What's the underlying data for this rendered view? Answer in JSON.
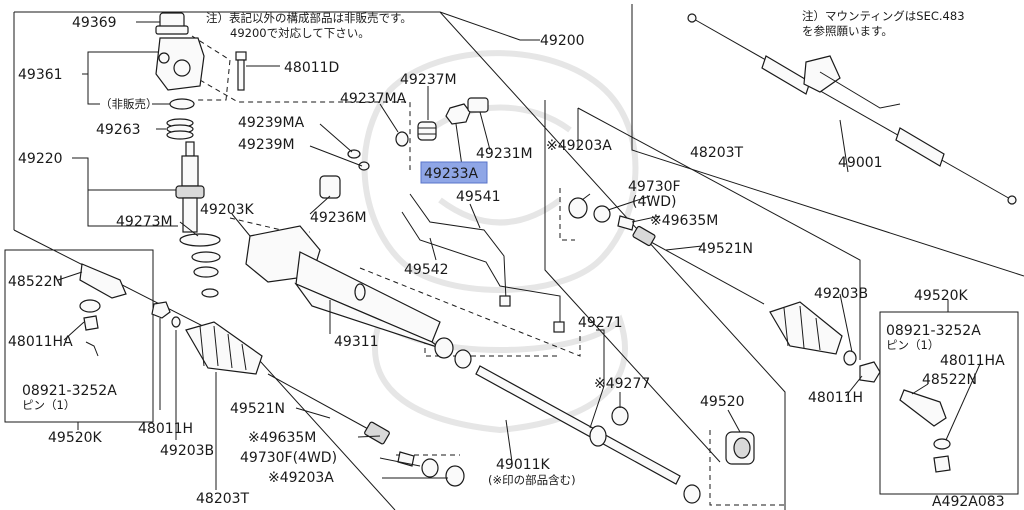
{
  "notes": {
    "top_center": "注）表記以外の構成部品は非販売です。",
    "top_center_2": "49200で対応して下さい。",
    "top_right": "注）マウンティングはSEC.483",
    "top_right_2": "を参照願います。"
  },
  "labels": {
    "p49369": "49369",
    "p49361": "49361",
    "p48011D": "48011D",
    "p_nonsale": "（非販売）",
    "p49263": "49263",
    "p49220": "49220",
    "p49200": "49200",
    "p49237M": "49237M",
    "p49237MA": "49237MA",
    "p49239MA": "49239MA",
    "p49239M": "49239M",
    "p49233A": "49233A",
    "p49231M": "49231M",
    "p49203A_r": "※49203A",
    "p48203T_r": "48203T",
    "p49001": "49001",
    "p49273M": "49273M",
    "p49203K": "49203K",
    "p49236M": "49236M",
    "p49541": "49541",
    "p49542": "49542",
    "p49730F_r": "49730F",
    "p4wd_r": "(4WD)",
    "p49635M_r": "※49635M",
    "p49521N_r": "49521N",
    "p49203B_r": "49203B",
    "p49520K_r": "49520K",
    "p08921_r": "08921-3252A",
    "p_pin_r": "ピン（1）",
    "p48011HA_r": "48011HA",
    "p48522N_r": "48522N",
    "p48011H_r": "48011H",
    "p48522N_l": "48522N",
    "p48011HA_l": "48011HA",
    "p08921_l": "08921-3252A",
    "p_pin_l": "ピン（1）",
    "p49520K_l": "49520K",
    "p49311": "49311",
    "p49271": "49271",
    "p49277": "※49277",
    "p49520": "49520",
    "p49521N_l": "49521N",
    "p49635M_l": "※49635M",
    "p49730F_l": "49730F(4WD)",
    "p49203A_l": "※49203A",
    "p48011H_l": "48011H",
    "p49203B_l": "49203B",
    "p48203T_l": "48203T",
    "p49011K": "49011K",
    "p49011K_note": "(※印の部品含む)",
    "diagram_id": "A492A083"
  },
  "colors": {
    "highlight": "#8fa6e6",
    "line": "#1a1a1a",
    "watermark": "#e6e6e6"
  }
}
